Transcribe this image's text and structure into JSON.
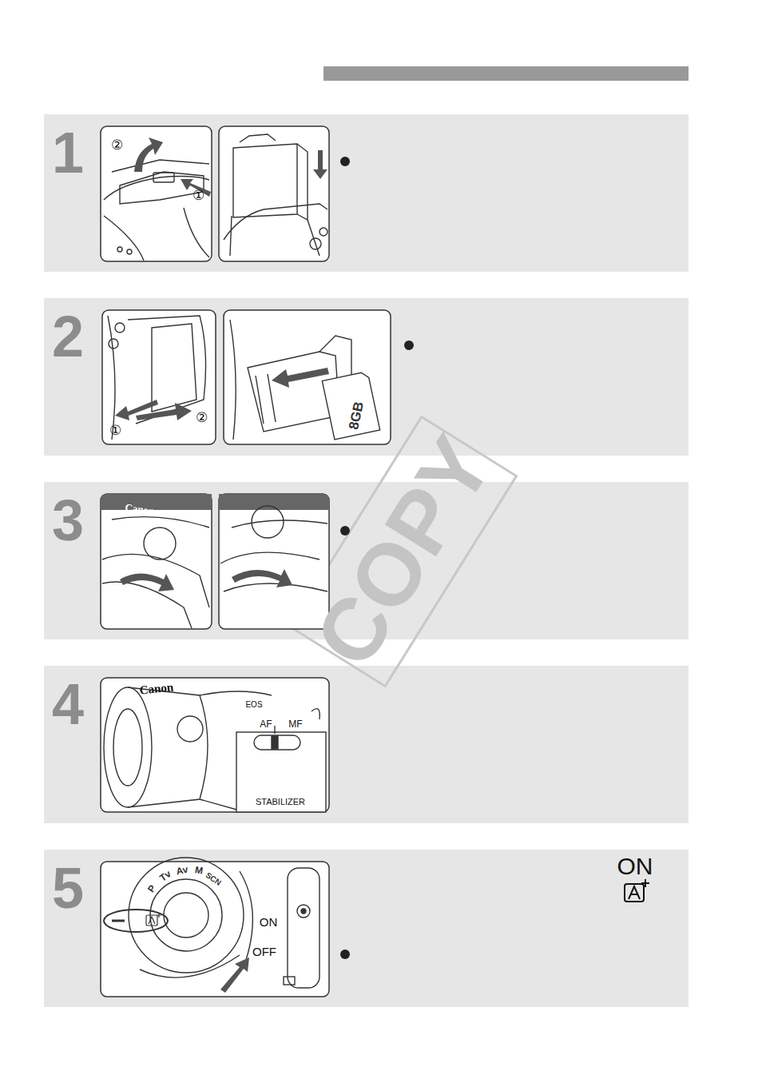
{
  "diagram": {
    "nodes": [
      {
        "text": [
          "1"
        ]
      },
      {
        "text": [
          "2"
        ]
      },
      {
        "text": [
          "3"
        ]
      },
      {
        "text": [
          "4"
        ]
      },
      {
        "text": [
          "5"
        ]
      }
    ],
    "labels": [
      "②",
      "①",
      "①",
      "②",
      "8GB",
      "Canon",
      "Canon",
      "EOS",
      "AF",
      "MF",
      "STABILIZER",
      "P",
      "Tv",
      "Av",
      "M",
      "SCN",
      "ON",
      "OFF",
      "ON",
      "COPY"
    ]
  }
}
